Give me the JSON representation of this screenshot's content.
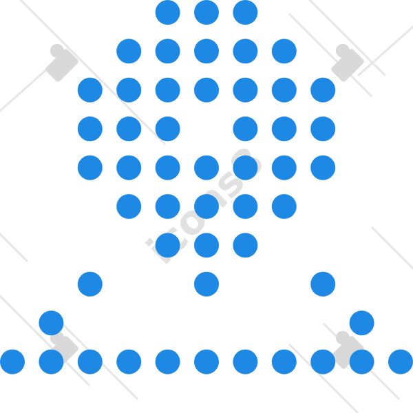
{
  "icon": {
    "name": "dotted-map-marker-icon",
    "dot_color": "#1e88e5"
  },
  "watermark": {
    "text": "icons8",
    "color": "#d9d9d9"
  },
  "dot_grid": {
    "rows": [
      [
        4,
        5,
        6
      ],
      [
        3,
        4,
        5,
        6,
        7
      ],
      [
        2,
        3,
        4,
        5,
        6,
        7,
        8
      ],
      [
        2,
        3,
        4,
        6,
        7,
        8
      ],
      [
        2,
        3,
        4,
        5,
        6,
        7,
        8
      ],
      [
        3,
        4,
        5,
        6,
        7
      ],
      [
        4,
        5,
        6
      ],
      [
        2,
        5,
        8
      ],
      [
        1,
        9
      ],
      [
        0,
        1,
        2,
        3,
        4,
        5,
        6,
        7,
        8,
        9,
        10
      ]
    ]
  }
}
